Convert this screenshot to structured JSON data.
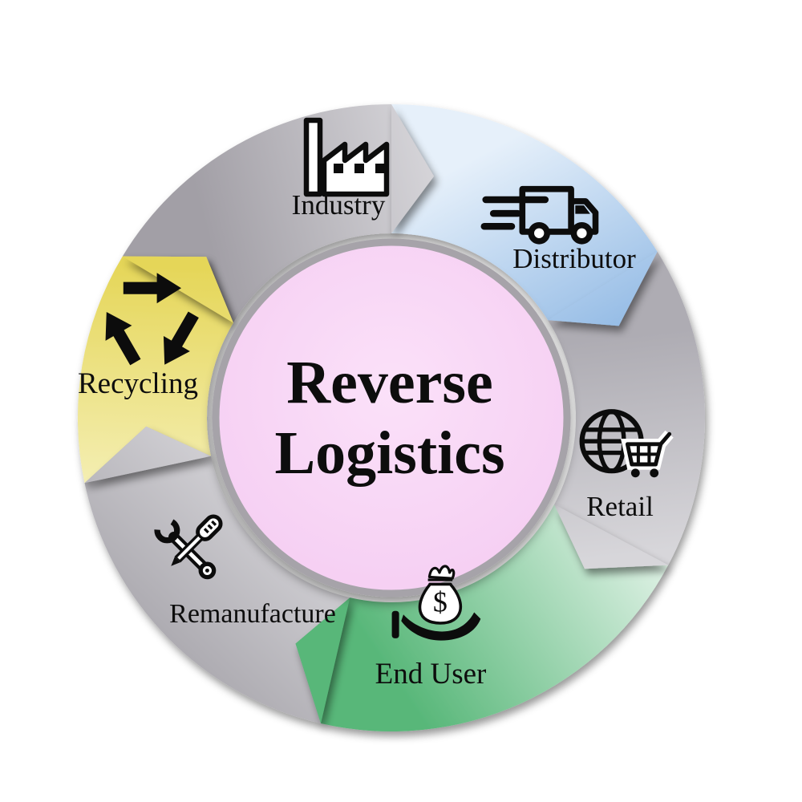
{
  "title": {
    "text": "Reverse Logistics",
    "lines": [
      "Reverse",
      "Logistics"
    ]
  },
  "center": {
    "fill": "#f8d4f4",
    "rim_color": "#a6a3a9",
    "text_color": "#0d0d0d"
  },
  "ring": {
    "outer_radius": 391,
    "inner_radius": 230,
    "arrow_tip_degrees": 10,
    "flow_direction": "clockwise"
  },
  "segments": [
    {
      "id": "industry",
      "label": "Industry",
      "icon": "factory-icon",
      "start_angle": 211,
      "end_angle": 270,
      "color_start": "#a29fa6",
      "color_end": "#dad9dd"
    },
    {
      "id": "distributor",
      "label": "Distributor",
      "icon": "delivery-truck-icon",
      "start_angle": 270,
      "end_angle": 328,
      "color_start": "#e6f0fa",
      "color_end": "#8fb8e4"
    },
    {
      "id": "retail",
      "label": "Retail",
      "icon": "globe-cart-icon",
      "start_angle": 328,
      "end_angle": 388,
      "color_start": "#aeacb3",
      "color_end": "#d7d6da"
    },
    {
      "id": "end_user",
      "label": "End User",
      "icon": "money-hand-icon",
      "start_angle": 28,
      "end_angle": 103,
      "color_start": "#f0f9f3",
      "color_end": "#58b779"
    },
    {
      "id": "remanufacture",
      "label": "Remanufacture",
      "icon": "tools-icon",
      "start_angle": 103,
      "end_angle": 168,
      "color_start": "#d8d7db",
      "color_end": "#acaab0"
    },
    {
      "id": "recycling",
      "label": "Recycling",
      "icon": "recycle-icon",
      "start_angle": 168,
      "end_angle": 211,
      "color_start": "#e5d658",
      "color_end": "#f7f3c4"
    }
  ],
  "icons": {
    "dollar_sign": "$"
  }
}
